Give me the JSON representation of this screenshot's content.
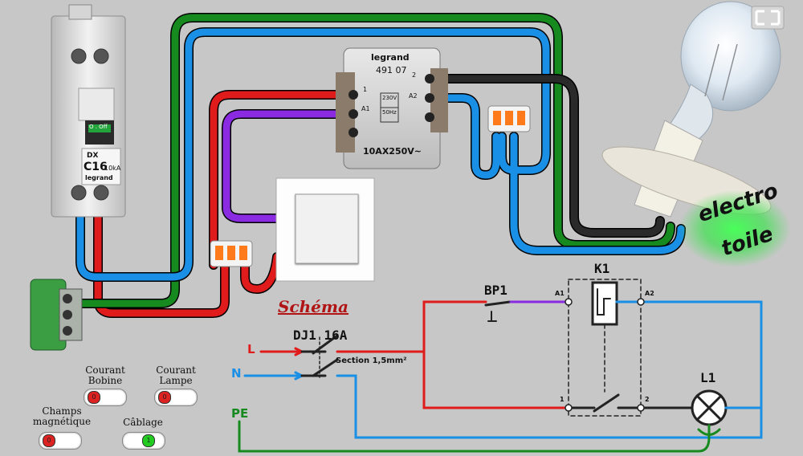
{
  "breaker": {
    "brand_top": "DX",
    "rating": "C16",
    "capacity": "10kA",
    "brand": "legrand",
    "switch_label": "O . Off"
  },
  "relay": {
    "brand": "legrand",
    "ref": "491 07",
    "voltage": "230V",
    "freq": "50Hz",
    "rating": "10AX250V~",
    "t1": "1",
    "t2": "2",
    "ta1": "A1",
    "ta2": "A2"
  },
  "watermark": {
    "line1": "electro",
    "line2": "toile"
  },
  "schema": {
    "title": "Schéma",
    "L": "L",
    "N": "N",
    "PE": "PE",
    "dj1": "DJ1 16A",
    "section": "Section 1,5mm²",
    "bp1": "BP1",
    "k1": "K1",
    "l1": "L1",
    "a1": "A1",
    "a2": "A2",
    "c1": "1",
    "c2": "2"
  },
  "toggles": {
    "coil": {
      "label": "Courant Bobine",
      "state": "0"
    },
    "lamp": {
      "label": "Courant Lampe",
      "state": "0"
    },
    "magnetic": {
      "label": "Champs magnétique",
      "state": "0"
    },
    "wiring": {
      "label": "Câblage",
      "state": "1"
    }
  },
  "colors": {
    "phase": "#e01b1b",
    "neutral": "#1a8fe6",
    "earth": "#168a1e",
    "switched": "#8a2be2",
    "lamp_return": "#222222"
  }
}
